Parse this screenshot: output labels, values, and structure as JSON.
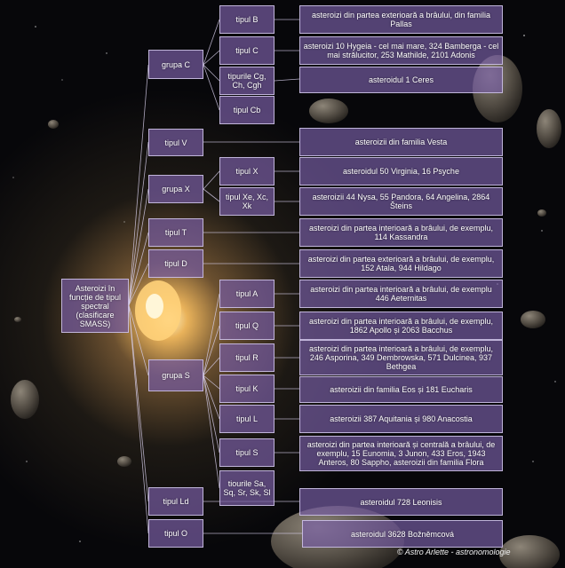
{
  "root": {
    "label": "Asteroizi în funcție de tipul spectral (clasificare SMASS)"
  },
  "groups": {
    "c": "grupa C",
    "x": "grupa X",
    "s": "grupa S"
  },
  "types": {
    "b": "tipul B",
    "c": "tipul C",
    "cg": "tipurile Cg, Ch, Cgh",
    "cb": "tipul Cb",
    "v": "tipul V",
    "x": "tipul X",
    "xe": "tipul Xe, Xc, Xk",
    "t": "tipul T",
    "d": "tipul D",
    "a": "tipul A",
    "q": "tipul Q",
    "r": "tipul R",
    "k": "tipul K",
    "l": "tipul L",
    "s": "tipul S",
    "ssub": "tiourile Sa, Sq, Sr, Sk, Sl",
    "ld": "tipul  Ld",
    "o": "tipul O"
  },
  "descriptions": {
    "b": "asteroizi din partea exterioară a brâului, din familia Pallas",
    "c": "asteroizi 10 Hygeia - cel mai mare, 324 Bamberga - cel mai strălucitor, 253 Mathilde, 2101 Adonis",
    "cg": "asteroidul 1 Ceres",
    "v": "asteroizii din familia Vesta",
    "x": "asteroidul 50 Virginia, 16 Psyche",
    "xe": "asteroizii 44 Nysa, 55 Pandora, 64 Angelina, 2864 Šteins",
    "t": "asteroizi din partea interioară a brâului, de exemplu, 114 Kassandra",
    "d": "asteroizi din partea exterioară a brâului, de exemplu, 152 Atala, 944 Hildago",
    "a": "asteroizi din partea interioară a brâului, de exemplu 446 Aeternitas",
    "q": "asteroizi din partea interioară a brâului, de exemplu, 1862 Apollo și 2063 Bacchus",
    "r": "asteroizi din partea interioară a brâului, de exemplu, 246 Asporina, 349 Dembrowska, 571 Dulcinea, 937 Bethgea",
    "k": "asteroizii din familia Eos și 181 Eucharis",
    "l": "asteroizii 387 Aquitania și 980 Anacostia",
    "s": "asteroizi din partea interioară și centrală a brâului, de exemplu, 15 Eunomia, 3 Junon, 433 Eros, 1943 Anteros, 80 Sappho, asteroizii din familia Flora",
    "ld": "asteroidul 728 Leonisis",
    "o": "asteroidul 3628 Božněmcová"
  },
  "footer": {
    "copyright": "© Astro Arlette - astronomologie"
  },
  "colors": {
    "box_fill": "#765ca0",
    "box_border": "#d2c8eb",
    "line": "#d8d0ec",
    "text": "#ffffff"
  }
}
